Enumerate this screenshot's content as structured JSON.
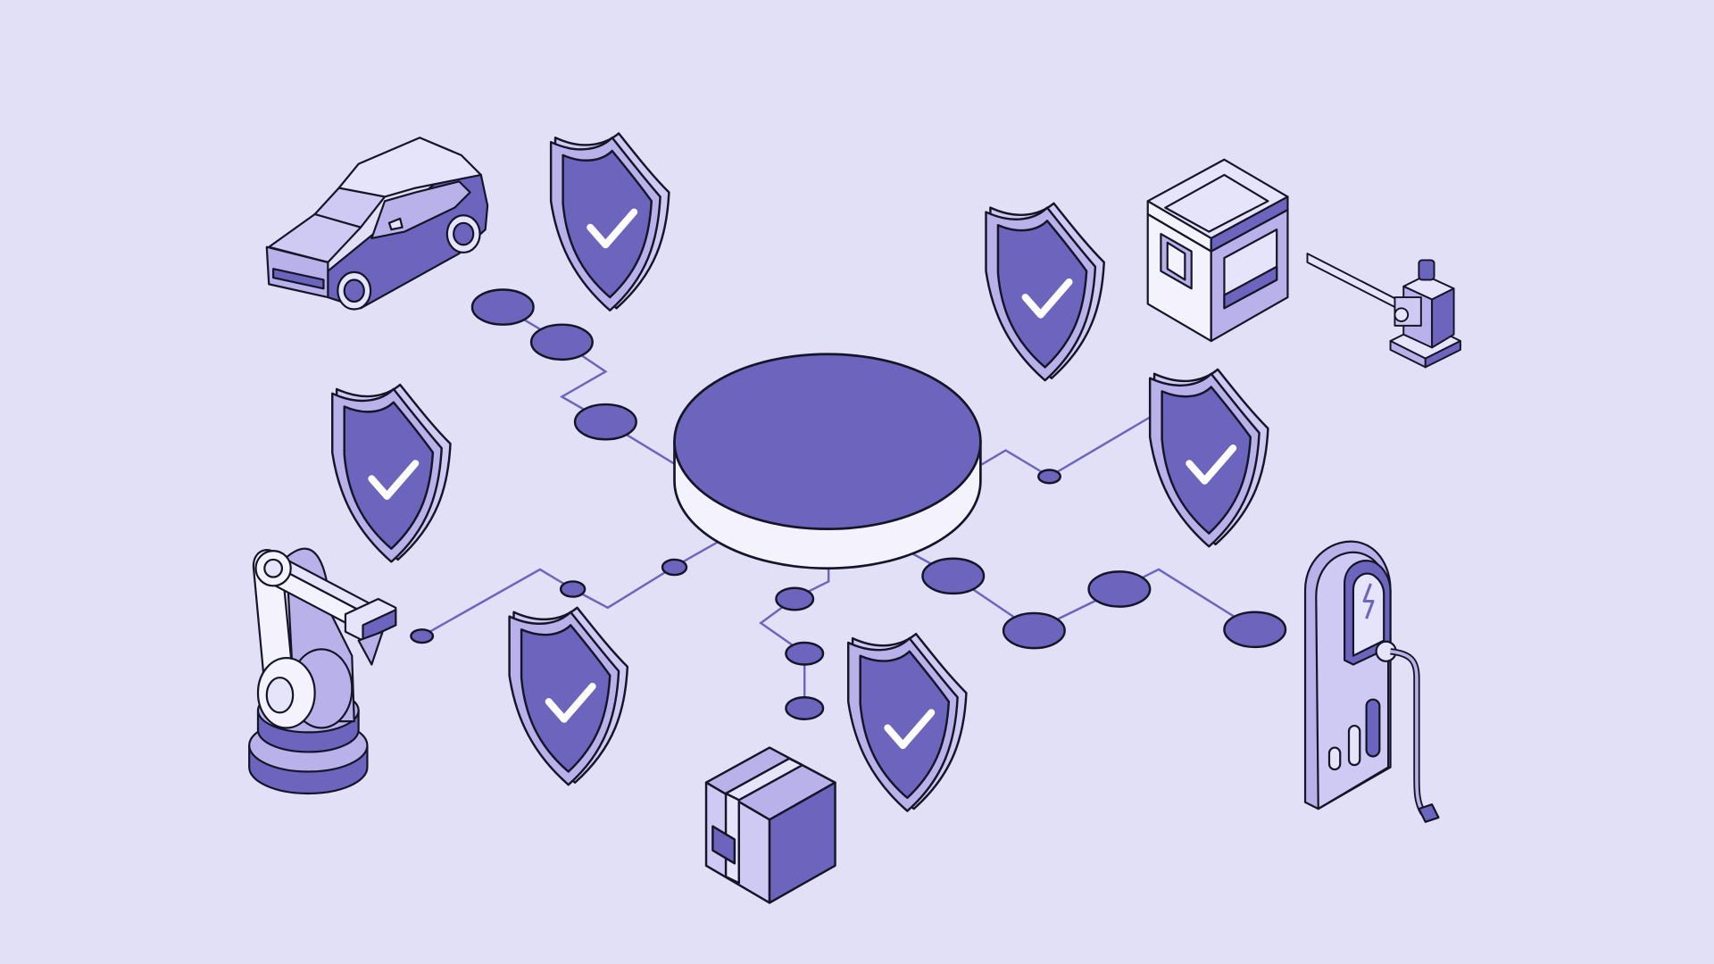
{
  "colors": {
    "background": "#e2e0f7",
    "primary": "#6c64bd",
    "light": "#b9b2ea",
    "lighter": "#cfcaf3",
    "white": "#f3f2fd",
    "outline": "#151528",
    "connector": "#6c64bd"
  },
  "hub": {
    "icon": "central-platform-icon"
  },
  "devices": [
    {
      "icon": "car-icon"
    },
    {
      "icon": "guard-booth-icon"
    },
    {
      "icon": "parking-barrier-icon"
    },
    {
      "icon": "robotic-arm-icon"
    },
    {
      "icon": "package-box-icon"
    },
    {
      "icon": "ev-charger-icon"
    }
  ],
  "shields": [
    {
      "icon": "shield-check-icon",
      "status": "secured"
    },
    {
      "icon": "shield-check-icon",
      "status": "secured"
    },
    {
      "icon": "shield-check-icon",
      "status": "secured"
    },
    {
      "icon": "shield-check-icon",
      "status": "secured"
    },
    {
      "icon": "shield-check-icon",
      "status": "secured"
    },
    {
      "icon": "shield-check-icon",
      "status": "secured"
    }
  ]
}
